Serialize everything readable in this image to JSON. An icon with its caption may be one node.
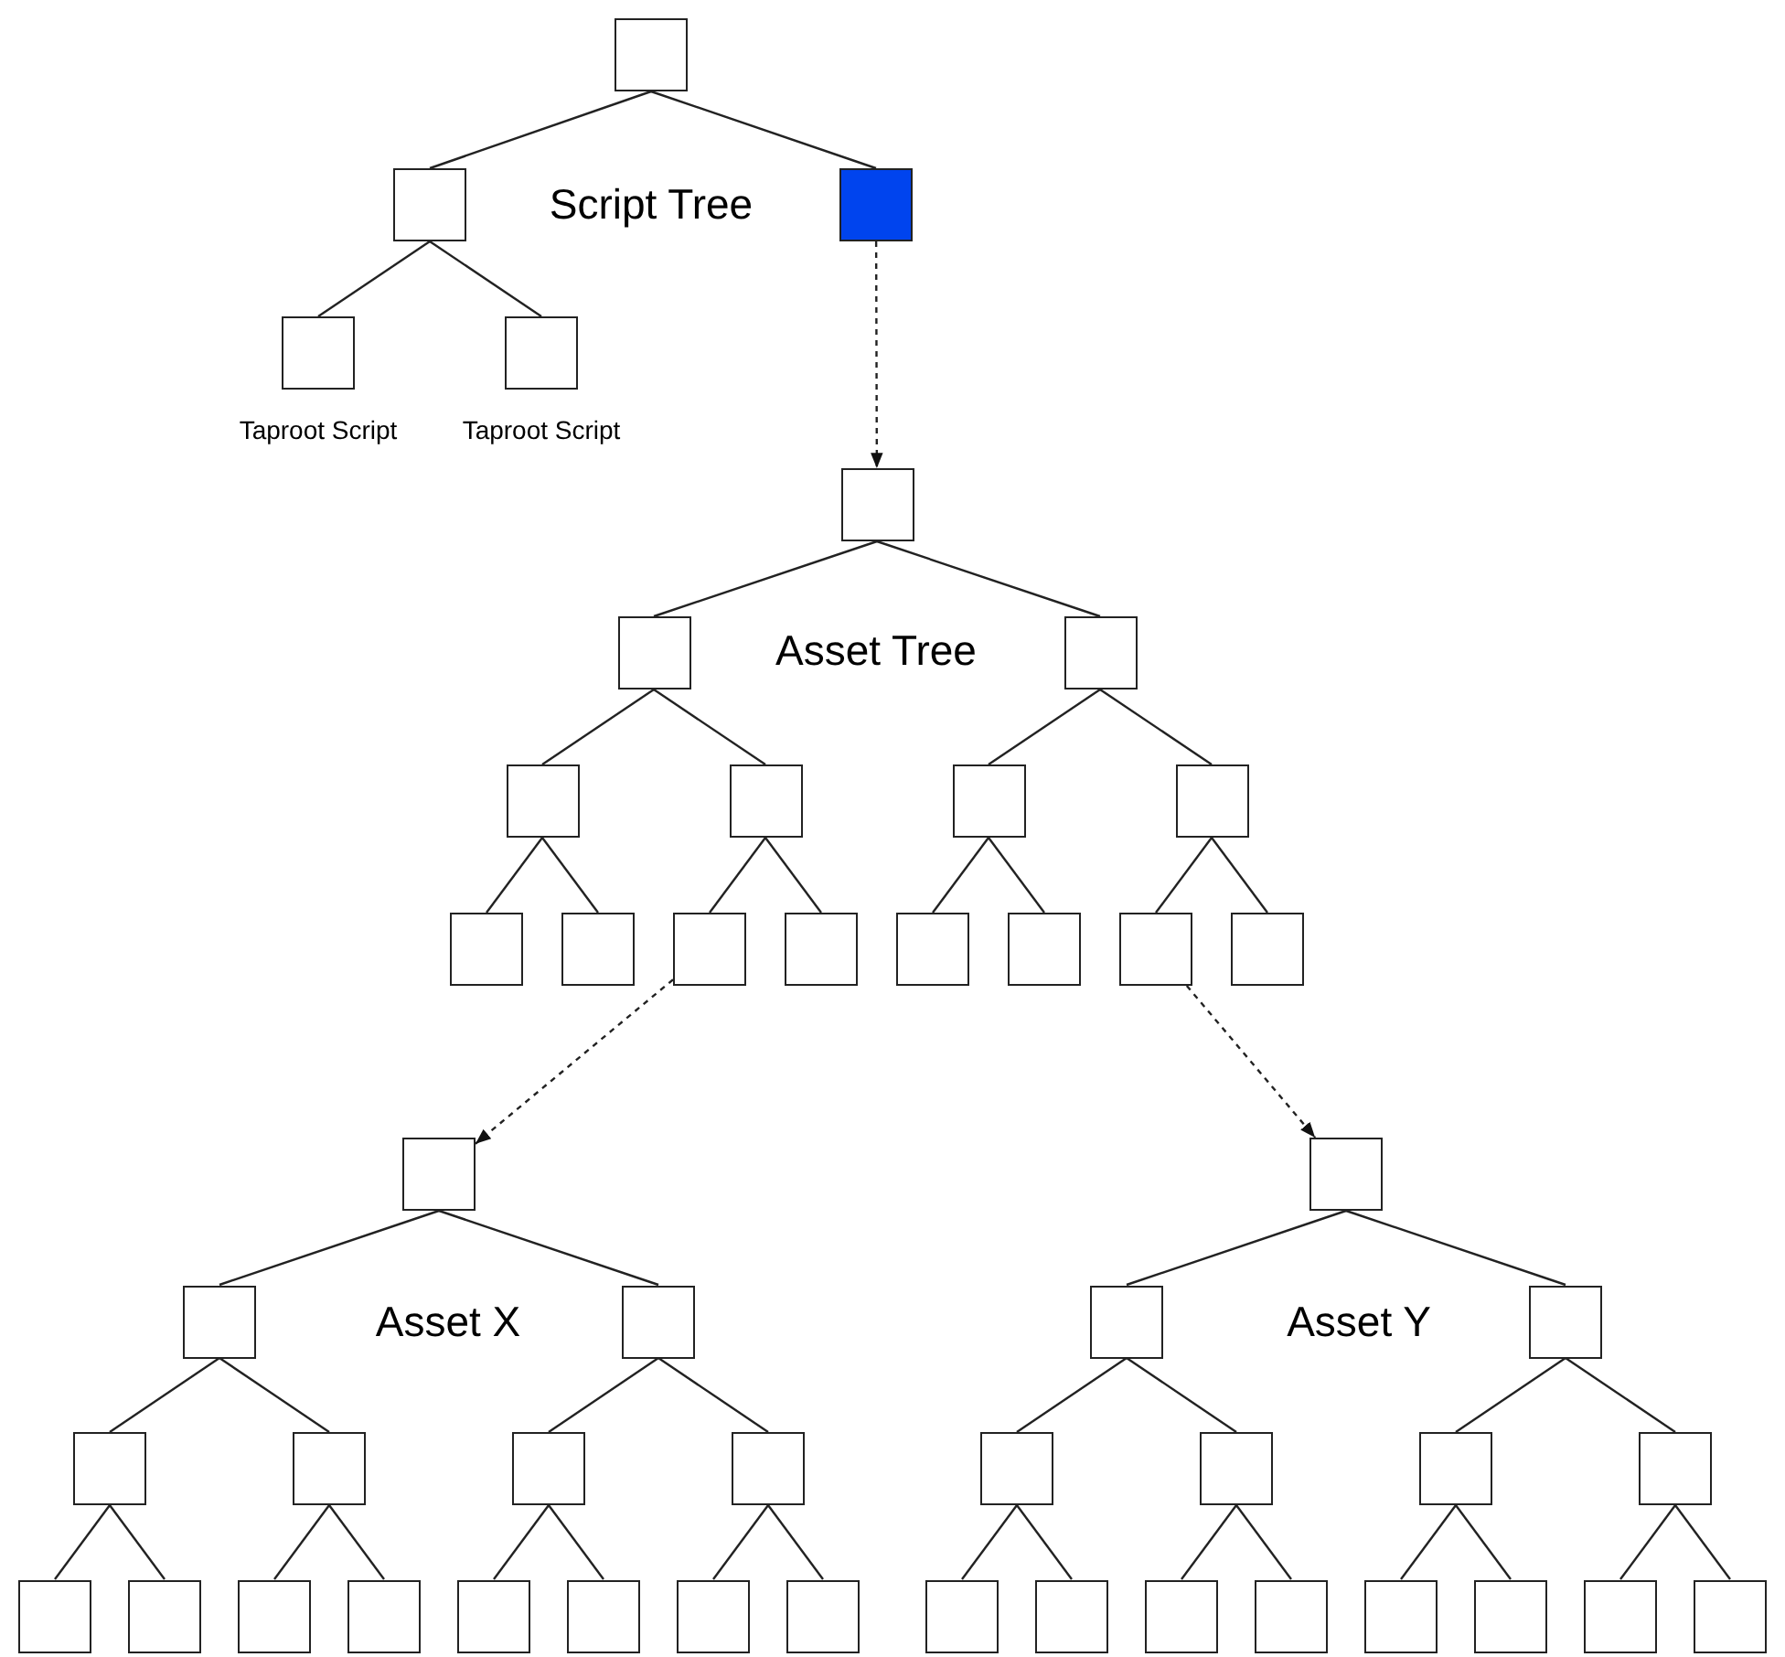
{
  "diagram": {
    "nodes": [
      {
        "text": [],
        "shape": "box"
      },
      {
        "text": [],
        "shape": "box"
      },
      {
        "text": [],
        "shape": "box"
      },
      {
        "text": [],
        "shape": "box",
        "beside": [
          "Taproot Script"
        ]
      },
      {
        "text": [],
        "shape": "box",
        "beside": [
          "Taproot Script"
        ]
      },
      {
        "text": [],
        "shape": "box"
      },
      {
        "text": [],
        "shape": "box"
      },
      {
        "text": [],
        "shape": "box"
      },
      {
        "text": [],
        "shape": "box"
      },
      {
        "text": [],
        "shape": "box"
      },
      {
        "text": [],
        "shape": "box"
      },
      {
        "text": [],
        "shape": "box"
      },
      {
        "text": [],
        "shape": "box"
      },
      {
        "text": [],
        "shape": "box"
      },
      {
        "text": [],
        "shape": "box"
      },
      {
        "text": [],
        "shape": "box"
      },
      {
        "text": [],
        "shape": "box"
      },
      {
        "text": [],
        "shape": "box"
      },
      {
        "text": [],
        "shape": "box"
      },
      {
        "text": [],
        "shape": "box"
      },
      {
        "text": [],
        "shape": "box"
      },
      {
        "text": [],
        "shape": "box"
      },
      {
        "text": [],
        "shape": "box"
      },
      {
        "text": [],
        "shape": "box"
      },
      {
        "text": [],
        "shape": "box"
      },
      {
        "text": [],
        "shape": "box"
      },
      {
        "text": [],
        "shape": "box"
      },
      {
        "text": [],
        "shape": "box"
      },
      {
        "text": [],
        "shape": "box"
      },
      {
        "text": [],
        "shape": "box"
      },
      {
        "text": [],
        "shape": "box"
      },
      {
        "text": [],
        "shape": "box"
      },
      {
        "text": [],
        "shape": "box"
      },
      {
        "text": [],
        "shape": "box"
      },
      {
        "text": [],
        "shape": "box"
      },
      {
        "text": [],
        "shape": "box"
      },
      {
        "text": [],
        "shape": "box"
      },
      {
        "text": [],
        "shape": "box"
      },
      {
        "text": [],
        "shape": "box"
      },
      {
        "text": [],
        "shape": "box"
      },
      {
        "text": [],
        "shape": "box"
      },
      {
        "text": [],
        "shape": "box"
      },
      {
        "text": [],
        "shape": "box"
      },
      {
        "text": [],
        "shape": "box"
      },
      {
        "text": [],
        "shape": "box"
      },
      {
        "text": [],
        "shape": "box"
      },
      {
        "text": [],
        "shape": "box"
      },
      {
        "text": [],
        "shape": "box"
      },
      {
        "text": [],
        "shape": "box"
      },
      {
        "text": [],
        "shape": "box"
      }
    ],
    "edges": [
      {
        "from": 0,
        "to": 1,
        "arrow": "none"
      },
      {
        "from": 0,
        "to": 2,
        "arrow": "none"
      },
      {
        "from": 1,
        "to": 3,
        "arrow": "none"
      },
      {
        "from": 1,
        "to": 4,
        "arrow": "none"
      },
      {
        "from": 2,
        "to": 5,
        "arrow": "to",
        "style": "dashed"
      },
      {
        "from": 5,
        "to": 6,
        "arrow": "none"
      },
      {
        "from": 5,
        "to": 7,
        "arrow": "none"
      },
      {
        "from": 6,
        "to": 8,
        "arrow": "none"
      },
      {
        "from": 6,
        "to": 9,
        "arrow": "none"
      },
      {
        "from": 7,
        "to": 10,
        "arrow": "none"
      },
      {
        "from": 7,
        "to": 11,
        "arrow": "none"
      },
      {
        "from": 8,
        "to": 12,
        "arrow": "none"
      },
      {
        "from": 8,
        "to": 13,
        "arrow": "none"
      },
      {
        "from": 9,
        "to": 14,
        "arrow": "none"
      },
      {
        "from": 9,
        "to": 15,
        "arrow": "none"
      },
      {
        "from": 10,
        "to": 16,
        "arrow": "none"
      },
      {
        "from": 10,
        "to": 17,
        "arrow": "none"
      },
      {
        "from": 11,
        "to": 18,
        "arrow": "none"
      },
      {
        "from": 11,
        "to": 19,
        "arrow": "none"
      },
      {
        "from": 14,
        "to": 20,
        "arrow": "to",
        "style": "dashed"
      },
      {
        "from": 18,
        "to": 35,
        "arrow": "to",
        "style": "dashed"
      },
      {
        "from": 20,
        "to": 21,
        "arrow": "none"
      },
      {
        "from": 20,
        "to": 22,
        "arrow": "none"
      },
      {
        "from": 21,
        "to": 23,
        "arrow": "none"
      },
      {
        "from": 21,
        "to": 24,
        "arrow": "none"
      },
      {
        "from": 22,
        "to": 25,
        "arrow": "none"
      },
      {
        "from": 22,
        "to": 26,
        "arrow": "none"
      },
      {
        "from": 23,
        "to": 27,
        "arrow": "none"
      },
      {
        "from": 23,
        "to": 28,
        "arrow": "none"
      },
      {
        "from": 24,
        "to": 29,
        "arrow": "none"
      },
      {
        "from": 24,
        "to": 30,
        "arrow": "none"
      },
      {
        "from": 25,
        "to": 31,
        "arrow": "none"
      },
      {
        "from": 25,
        "to": 32,
        "arrow": "none"
      },
      {
        "from": 26,
        "to": 33,
        "arrow": "none"
      },
      {
        "from": 26,
        "to": 34,
        "arrow": "none"
      },
      {
        "from": 35,
        "to": 36,
        "arrow": "none"
      },
      {
        "from": 35,
        "to": 37,
        "arrow": "none"
      },
      {
        "from": 36,
        "to": 38,
        "arrow": "none"
      },
      {
        "from": 36,
        "to": 39,
        "arrow": "none"
      },
      {
        "from": 37,
        "to": 40,
        "arrow": "none"
      },
      {
        "from": 37,
        "to": 41,
        "arrow": "none"
      },
      {
        "from": 38,
        "to": 42,
        "arrow": "none"
      },
      {
        "from": 38,
        "to": 43,
        "arrow": "none"
      },
      {
        "from": 39,
        "to": 44,
        "arrow": "none"
      },
      {
        "from": 39,
        "to": 45,
        "arrow": "none"
      },
      {
        "from": 40,
        "to": 46,
        "arrow": "none"
      },
      {
        "from": 40,
        "to": 47,
        "arrow": "none"
      },
      {
        "from": 41,
        "to": 48,
        "arrow": "none"
      },
      {
        "from": 41,
        "to": 49,
        "arrow": "none"
      }
    ],
    "labels": [
      "Script Tree",
      "Asset Tree",
      "Asset X",
      "Asset Y"
    ]
  }
}
